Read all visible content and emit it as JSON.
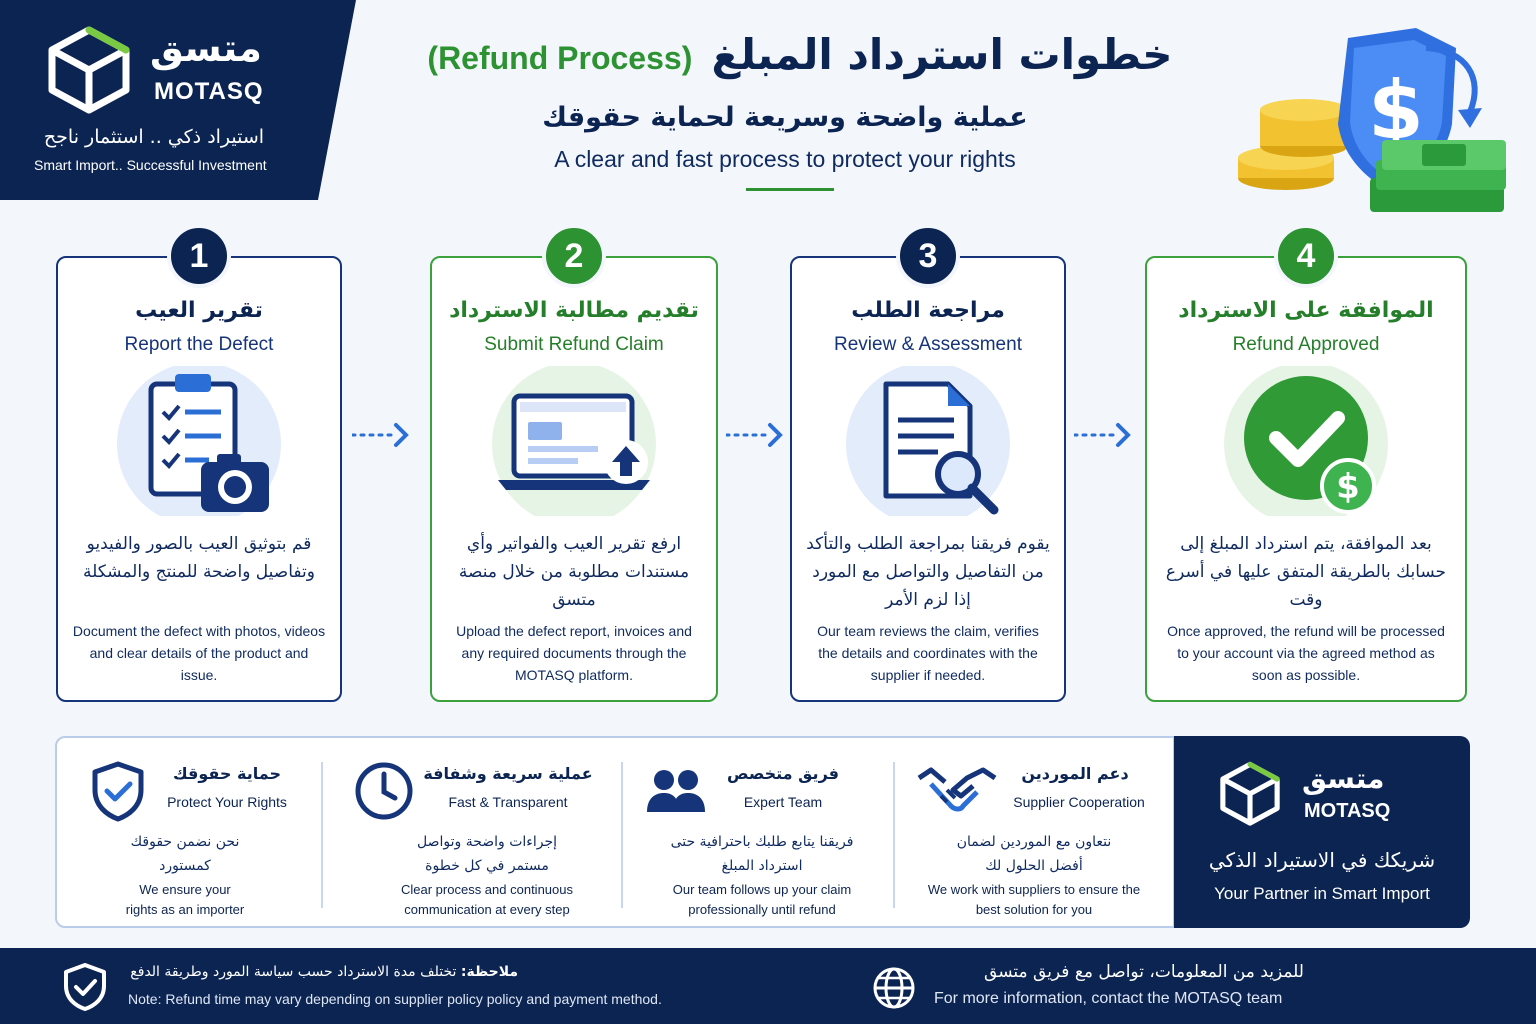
{
  "brand": {
    "name_ar": "متسق",
    "name_en": "MOTASQ",
    "tagline_ar": "استيراد ذكي .. استثمار ناجح",
    "tagline_en": "Smart Import.. Successful Investment"
  },
  "header": {
    "title_ar": "خطوات استرداد المبلغ",
    "title_en": "(Refund Process)",
    "subtitle_ar": "عملية واضحة وسريعة لحماية حقوقك",
    "subtitle_en": "A clear and fast process to protect your rights"
  },
  "steps": [
    {
      "number": "1",
      "title_ar": "تقرير العيب",
      "title_en": "Report the Defect",
      "desc_ar": "قم بتوثيق العيب بالصور والفيديو وتفاصيل واضحة للمنتج والمشكلة",
      "desc_en": "Document the defect with photos, videos and clear details of the product and issue.",
      "icon": "clipboard-camera-icon"
    },
    {
      "number": "2",
      "title_ar": "تقديم مطالبة الاسترداد",
      "title_en": "Submit Refund Claim",
      "desc_ar": "ارفع تقرير العيب والفواتير وأي مستندات مطلوبة من خلال منصة متسق",
      "desc_en": "Upload the defect report, invoices and any required documents through the MOTASQ platform.",
      "icon": "laptop-upload-icon"
    },
    {
      "number": "3",
      "title_ar": "مراجعة الطلب",
      "title_en": "Review & Assessment",
      "desc_ar": "يقوم فريقنا بمراجعة الطلب والتأكد من التفاصيل والتواصل مع المورد إذا لزم الأمر",
      "desc_en": "Our team reviews the claim, verifies the details and coordinates with the supplier if needed.",
      "icon": "document-search-icon"
    },
    {
      "number": "4",
      "title_ar": "الموافقة على الاسترداد",
      "title_en": "Refund Approved",
      "desc_ar": "بعد الموافقة، يتم استرداد المبلغ إلى حسابك بالطريقة المتفق عليها في أسرع وقت",
      "desc_en": "Once approved, the refund will be processed to your account via the agreed method as soon as possible.",
      "icon": "check-dollar-icon"
    }
  ],
  "features": [
    {
      "title_ar": "حماية حقوقك",
      "title_en": "Protect Your Rights",
      "desc_ar": "نحن نضمن حقوقك كمستورد",
      "desc_en": "We ensure your rights as an importer",
      "icon": "shield-check-icon"
    },
    {
      "title_ar": "عملية سريعة وشفافة",
      "title_en": "Fast & Transparent",
      "desc_ar": "إجراءات واضحة وتواصل مستمر في كل خطوة",
      "desc_en": "Clear process and continuous communication at every step",
      "icon": "clock-icon"
    },
    {
      "title_ar": "فريق متخصص",
      "title_en": "Expert Team",
      "desc_ar": "فريقنا يتابع طلبك باحترافية حتى استرداد المبلغ",
      "desc_en": "Our team follows up your claim professionally until refund",
      "icon": "team-icon"
    },
    {
      "title_ar": "دعم الموردين",
      "title_en": "Supplier Cooperation",
      "desc_ar": "نتعاون مع الموردين لضمان أفضل الحلول لك",
      "desc_en": "We work with suppliers to ensure the best solution for you",
      "icon": "handshake-icon"
    }
  ],
  "partner": {
    "name_ar": "متسق",
    "name_en": "MOTASQ",
    "tagline_ar": "شريكك في الاستيراد الذكي",
    "tagline_en": "Your Partner in Smart Import"
  },
  "footer": {
    "note_label_ar": "ملاحظة:",
    "note_ar": "تختلف مدة الاسترداد حسب سياسة المورد وطريقة الدفع",
    "note_en": "Note: Refund time may vary depending on supplier policy policy and payment method.",
    "contact_ar": "للمزيد من المعلومات، تواصل مع فريق متسق",
    "contact_en": "For more information, contact the MOTASQ team"
  },
  "colors": {
    "navy": "#0c2452",
    "green": "#2d9232",
    "blue_accent": "#2b6fd6",
    "background": "#f3f6fb"
  }
}
